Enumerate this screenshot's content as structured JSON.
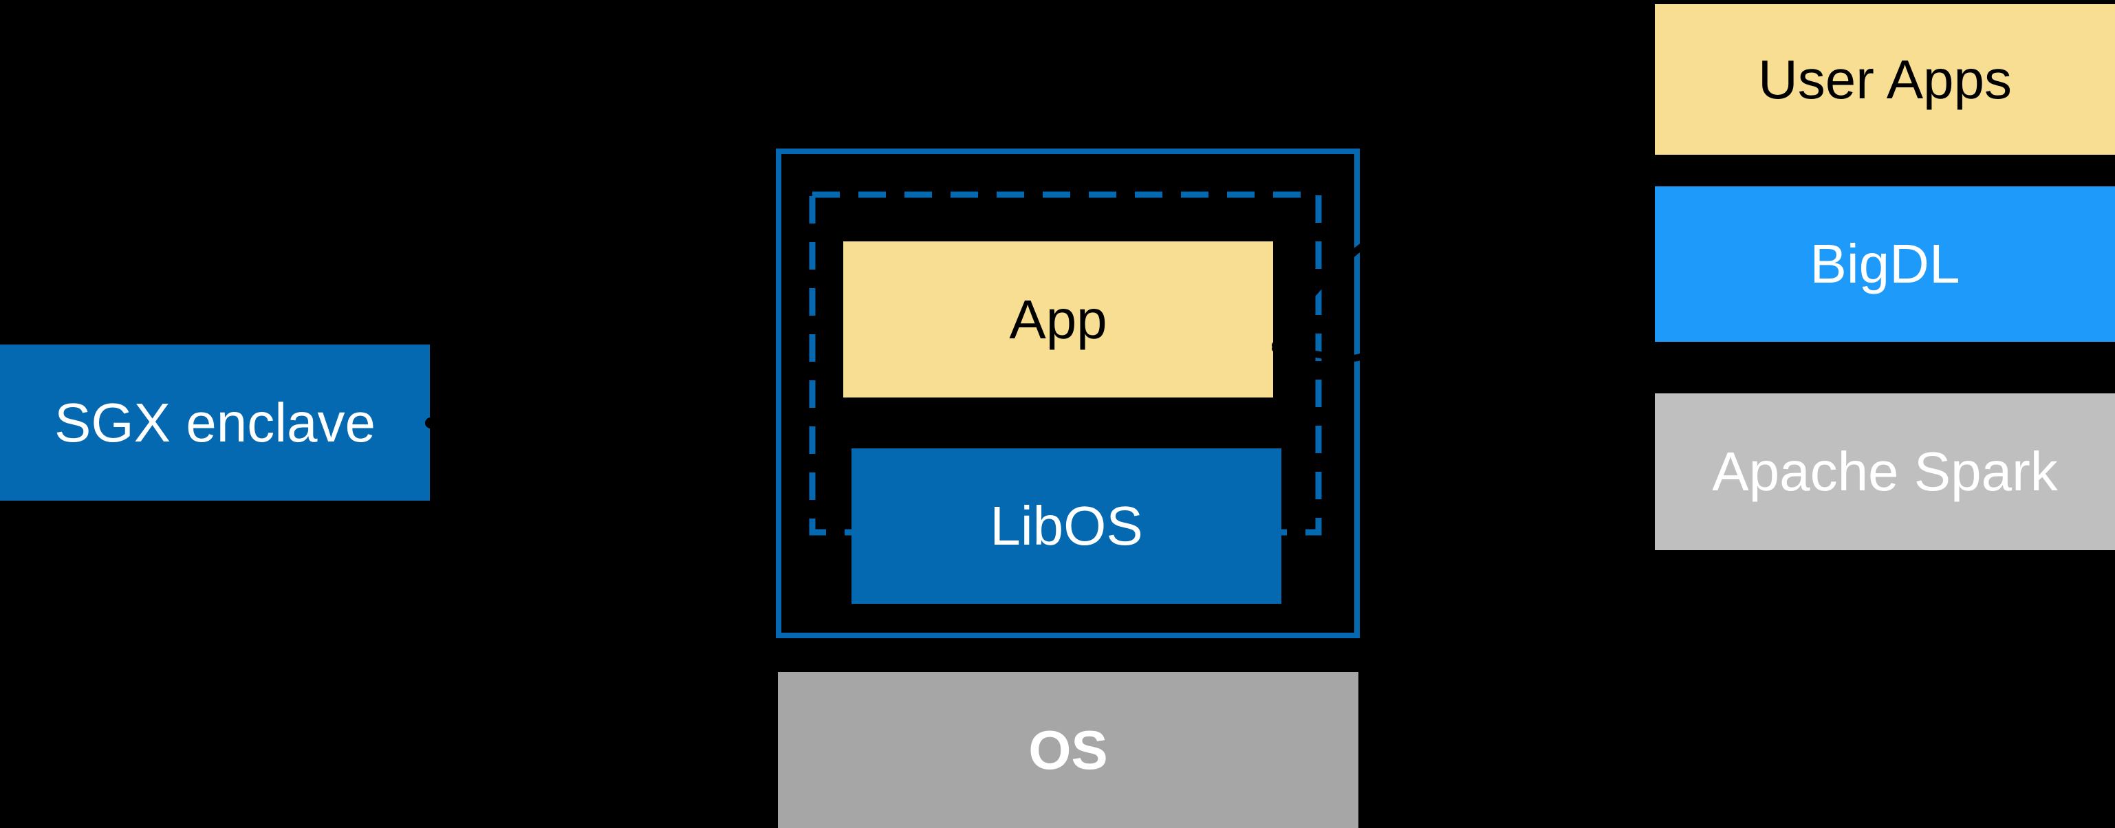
{
  "diagram": {
    "sgx_label": "SGX enclave",
    "enclave": {
      "app": "App",
      "libos": "LibOS"
    },
    "os": "OS",
    "stack": [
      {
        "label": "User Apps"
      },
      {
        "label": "BigDL"
      },
      {
        "label": "Apache Spark"
      }
    ]
  },
  "colors": {
    "bg": "#000000",
    "intel_blue": "#0569B1",
    "bright_blue": "#1E9AFB",
    "yellow": "#F8DE92",
    "os_gray": "#A6A6A6",
    "spark_gray": "#BFBFBF",
    "arrow_black": "#000000"
  }
}
